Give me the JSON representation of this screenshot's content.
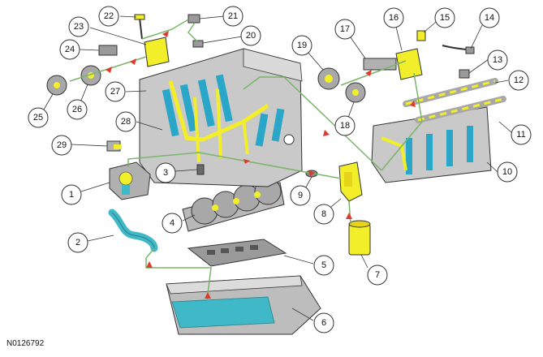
{
  "figure_id": "N0126792",
  "callouts": [
    "1",
    "2",
    "3",
    "4",
    "5",
    "6",
    "7",
    "8",
    "9",
    "10",
    "11",
    "12",
    "13",
    "14",
    "15",
    "16",
    "17",
    "18",
    "19",
    "20",
    "21",
    "22",
    "23",
    "24",
    "25",
    "26",
    "27",
    "28",
    "29"
  ],
  "colors": {
    "block": "#cfcfcf",
    "block_dark": "#9a9a9a",
    "passage_yellow": "#f2ee2a",
    "passage_blue": "#2aa6c8",
    "oil_line_green": "#79b56a",
    "arrow_red": "#e23a2a",
    "sump_oil": "#3fb8c7"
  }
}
